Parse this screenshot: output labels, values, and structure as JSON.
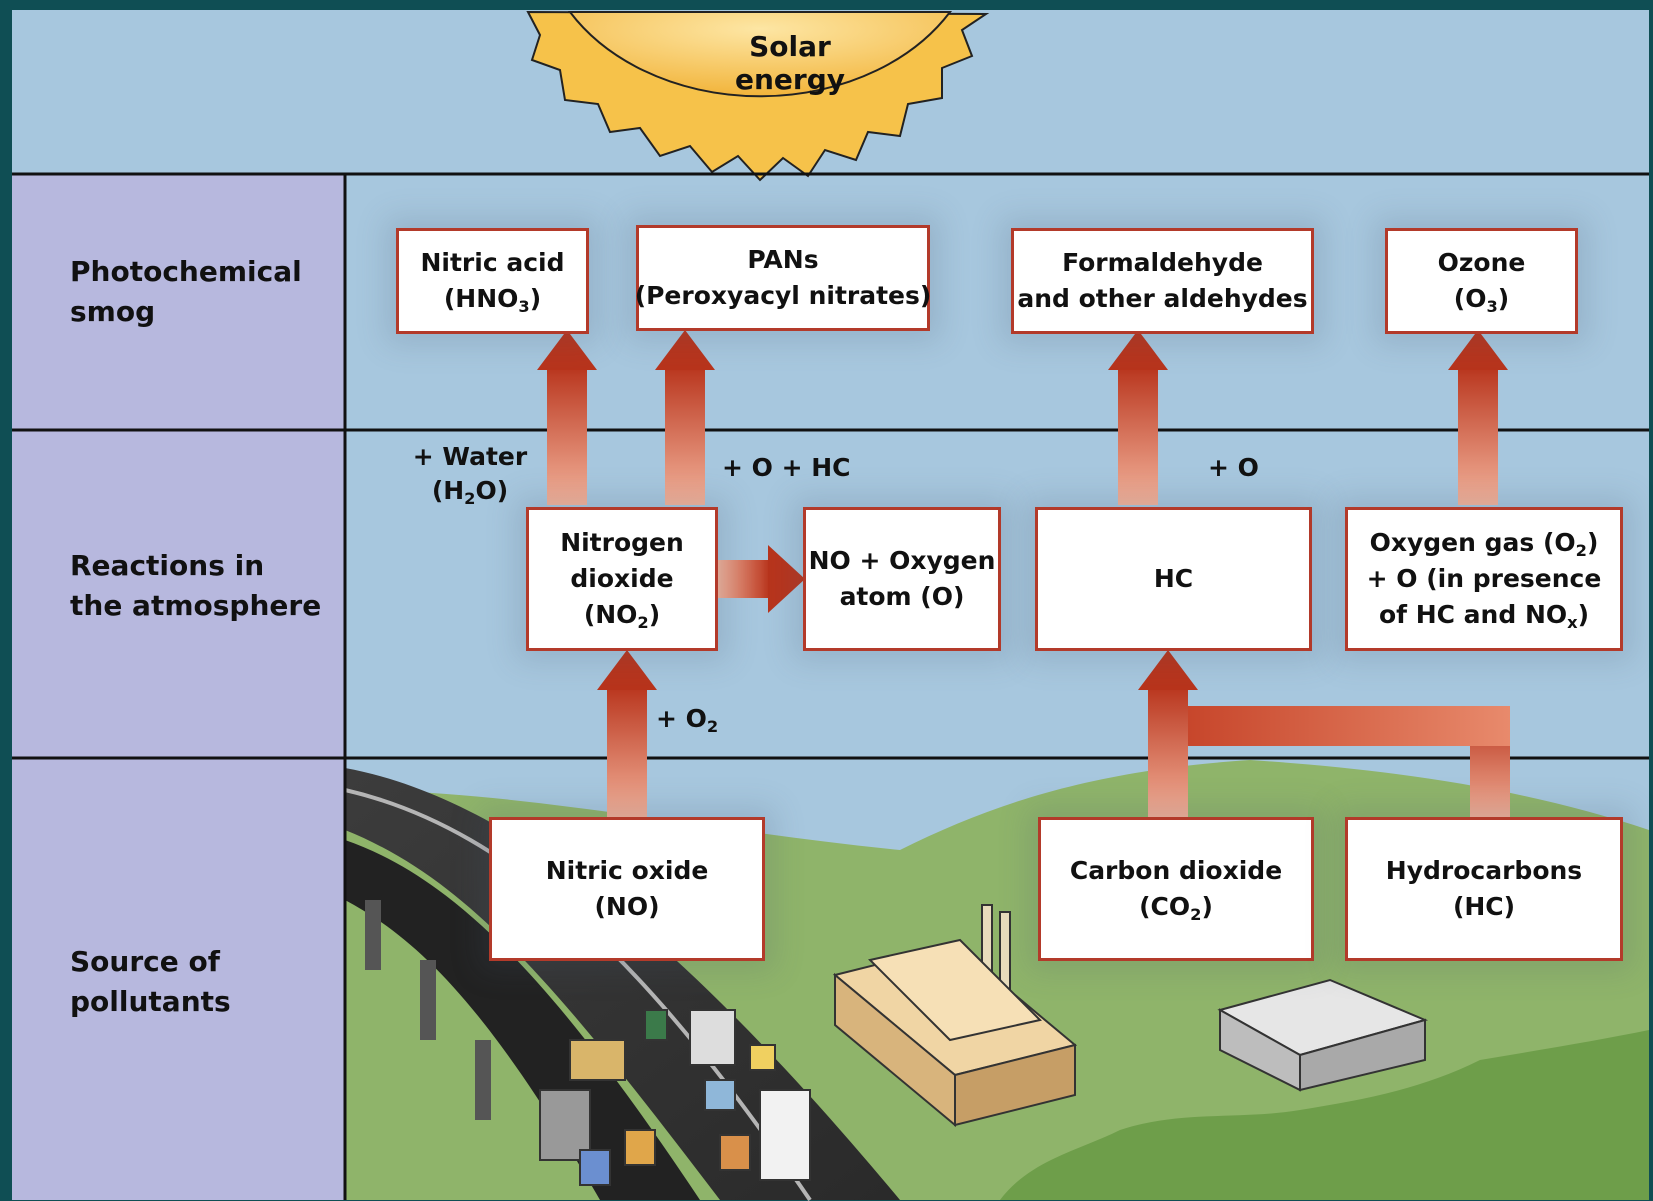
{
  "title": "Solar energy",
  "row_labels": {
    "smog": [
      "Photochemical",
      "smog"
    ],
    "reactions": [
      "Reactions in",
      "the atmosphere"
    ],
    "source": [
      "Source of",
      "pollutants"
    ]
  },
  "boxes": {
    "nitric_acid": [
      "Nitric acid",
      "(HNO3)"
    ],
    "pans": [
      "PANs",
      "(Peroxyacyl nitrates)"
    ],
    "formaldehyde": [
      "Formaldehyde",
      "and other aldehydes"
    ],
    "ozone": [
      "Ozone",
      "(O3)"
    ],
    "nitrogen_dioxide": [
      "Nitrogen",
      "dioxide",
      "(NO2)"
    ],
    "no_oxygen": [
      "NO + Oxygen",
      "atom (O)"
    ],
    "hc": [
      "HC"
    ],
    "oxygen_gas": [
      "Oxygen gas (O2)",
      "+ O (in presence",
      "of HC and NOx)"
    ],
    "nitric_oxide": [
      "Nitric oxide",
      "(NO)"
    ],
    "carbon_dioxide": [
      "Carbon dioxide",
      "(CO2)"
    ],
    "hydrocarbons": [
      "Hydrocarbons",
      "(HC)"
    ]
  },
  "notes": {
    "water": [
      "+ Water",
      "(H2O)"
    ],
    "o_hc": "+ O + HC",
    "o": "+ O",
    "o2": "+ O2"
  },
  "colors": {
    "background_frame": "#0f4e54",
    "sky": "#a7c7de",
    "label_column": "#b7b8de",
    "box_border": "#b33a2a",
    "arrow_dark": "#b8341c",
    "arrow_light": "#f4b49c",
    "hills": "#8fb46a",
    "sun": "#f6c24a"
  }
}
